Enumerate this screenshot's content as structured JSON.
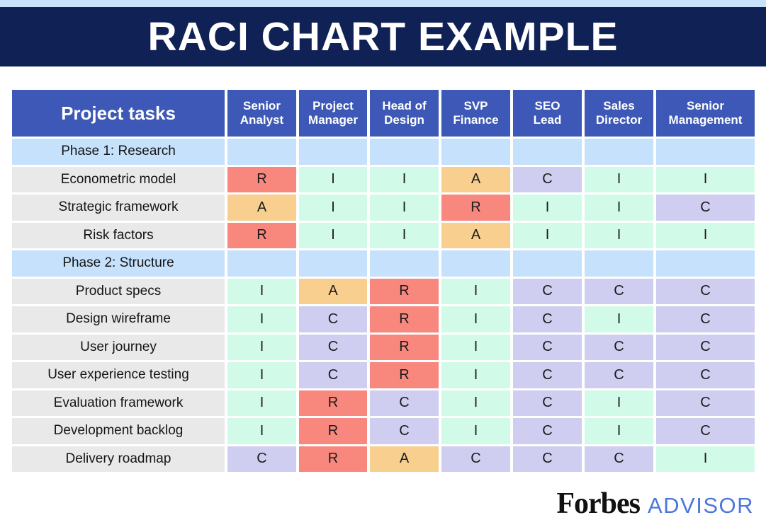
{
  "page": {
    "title": "RACI CHART EXAMPLE"
  },
  "colors": {
    "top_strip": "#c9e2fc",
    "banner_navy": "#0f2155",
    "header_blue": "#3d58b6",
    "phase_row_blue": "#c5e1fb",
    "task_column_gray": "#e9e9e9",
    "advisor_blue": "#4b77dc"
  },
  "chart_data": {
    "type": "table",
    "title": "RACI CHART EXAMPLE",
    "corner_header": "Project tasks",
    "columns": [
      "Senior\nAnalyst",
      "Project\nManager",
      "Head of\nDesign",
      "SVP\nFinance",
      "SEO\nLead",
      "Sales\nDirector",
      "Senior\nManagement"
    ],
    "cell_colors": {
      "R": "#f8877d",
      "A": "#f9cf90",
      "C": "#cfcdf0",
      "I": "#d2fae8"
    },
    "rows": [
      {
        "type": "phase",
        "label": "Phase 1: Research",
        "cells": [
          "",
          "",
          "",
          "",
          "",
          "",
          ""
        ]
      },
      {
        "type": "task",
        "label": "Econometric model",
        "cells": [
          "R",
          "I",
          "I",
          "A",
          "C",
          "I",
          "I"
        ]
      },
      {
        "type": "task",
        "label": "Strategic framework",
        "cells": [
          "A",
          "I",
          "I",
          "R",
          "I",
          "I",
          "C"
        ]
      },
      {
        "type": "task",
        "label": "Risk factors",
        "cells": [
          "R",
          "I",
          "I",
          "A",
          "I",
          "I",
          "I"
        ]
      },
      {
        "type": "phase",
        "label": "Phase 2: Structure",
        "cells": [
          "",
          "",
          "",
          "",
          "",
          "",
          ""
        ]
      },
      {
        "type": "task",
        "label": "Product specs",
        "cells": [
          "I",
          "A",
          "R",
          "I",
          "C",
          "C",
          "C"
        ]
      },
      {
        "type": "task",
        "label": "Design wireframe",
        "cells": [
          "I",
          "C",
          "R",
          "I",
          "C",
          "I",
          "C"
        ]
      },
      {
        "type": "task",
        "label": "User journey",
        "cells": [
          "I",
          "C",
          "R",
          "I",
          "C",
          "C",
          "C"
        ]
      },
      {
        "type": "task",
        "label": "User experience testing",
        "cells": [
          "I",
          "C",
          "R",
          "I",
          "C",
          "C",
          "C"
        ]
      },
      {
        "type": "task",
        "label": "Evaluation framework",
        "cells": [
          "I",
          "R",
          "C",
          "I",
          "C",
          "I",
          "C"
        ]
      },
      {
        "type": "task",
        "label": "Development backlog",
        "cells": [
          "I",
          "R",
          "C",
          "I",
          "C",
          "I",
          "C"
        ]
      },
      {
        "type": "task",
        "label": "Delivery roadmap",
        "cells": [
          "C",
          "R",
          "A",
          "C",
          "C",
          "C",
          "I"
        ]
      }
    ]
  },
  "footer": {
    "brand": "Forbes",
    "suffix": "ADVISOR"
  }
}
